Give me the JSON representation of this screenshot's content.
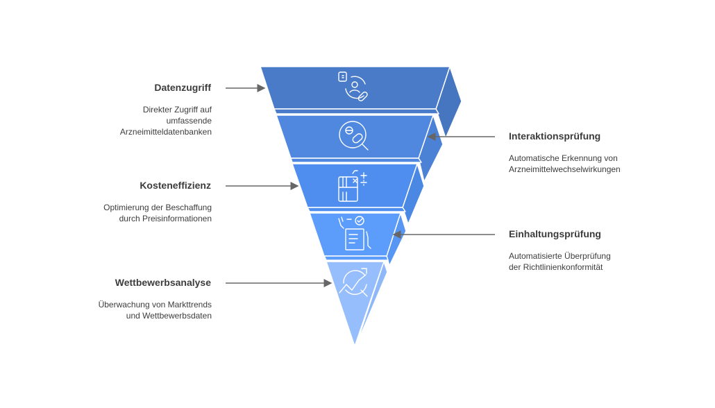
{
  "colors": {
    "layer1": "#4A7BC8",
    "layer2": "#5088E0",
    "layer3": "#4F8EEE",
    "layer4": "#5C9CFA",
    "layer5": "#97BEFC",
    "text": "#3c3c3c",
    "arrow": "#666666"
  },
  "items": [
    {
      "title": "Datenzugriff",
      "desc": [
        "Direkter Zugriff auf",
        "umfassende",
        "Arzneimitteldatenbanken"
      ],
      "icon": "patient-medication-icon"
    },
    {
      "title": "Interaktionsprüfung",
      "desc": [
        "Automatische Erkennung von",
        "Arzneimittelwechselwirkungen"
      ],
      "icon": "pill-search-icon"
    },
    {
      "title": "Kosteneffizienz",
      "desc": [
        "Optimierung der Beschaffung",
        "durch Preisinformationen"
      ],
      "icon": "calculator-books-icon"
    },
    {
      "title": "Einhaltungsprüfung",
      "desc": [
        "Automatisierte Überprüfung",
        "der Richtlinienkonformität"
      ],
      "icon": "checklist-icon"
    },
    {
      "title": "Wettbewerbsanalyse",
      "desc": [
        "Überwachung von Markttrends",
        "und Wettbewerbsdaten"
      ],
      "icon": "trend-analysis-icon"
    }
  ]
}
